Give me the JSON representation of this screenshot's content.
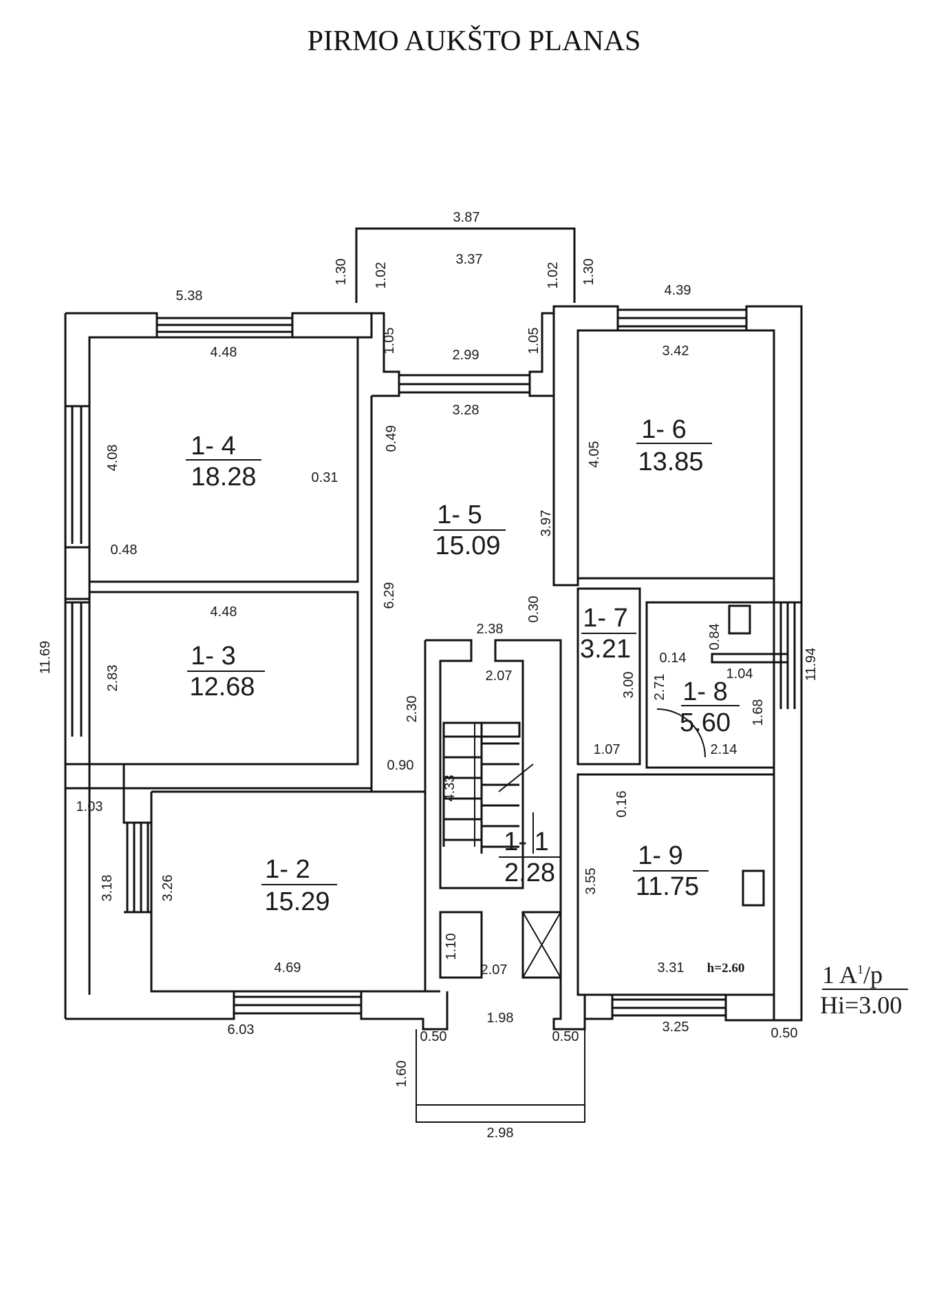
{
  "title": "PIRMO AUKŠTO PLANAS",
  "rooms": [
    {
      "id": "1- 4",
      "area": "18.28"
    },
    {
      "id": "1- 5",
      "area": "15.09"
    },
    {
      "id": "1- 6",
      "area": "13.85"
    },
    {
      "id": "1- 3",
      "area": "12.68"
    },
    {
      "id": "1- 7",
      "area": "3.21"
    },
    {
      "id": "1- 8",
      "area": "5.60"
    },
    {
      "id": "1- 1",
      "area": "2.28"
    },
    {
      "id": "1- 2",
      "area": "15.29"
    },
    {
      "id": "1- 9",
      "area": "11.75"
    }
  ],
  "dimensions": {
    "balcony_outer": "3.87",
    "balcony_inner": "3.37",
    "balcony_side_left_outer": "1.30",
    "balcony_side_left_inner": "1.02",
    "balcony_side_right_inner": "1.02",
    "balcony_side_right_outer": "1.30",
    "top_left": "5.38",
    "top_right": "4.39",
    "r14_width": "4.48",
    "r14_height": "4.08",
    "hall_window": "2.99",
    "hall_width": "3.28",
    "notch_left": "1.05",
    "notch_right": "1.05",
    "r16_width": "3.42",
    "r16_height": "4.05",
    "hall_049": "0.49",
    "wall_031": "0.31",
    "hall_397": "3.97",
    "wall_048": "0.48",
    "r13_width": "4.48",
    "r13_height": "2.83",
    "hall_629": "6.29",
    "hall_030": "0.30",
    "overall_height": "11.69",
    "stair_outer": "2.38",
    "stair_inner": "2.07",
    "r17_height": "3.00",
    "r18_height": "2.71",
    "wall_014": "0.14",
    "r18_width": "1.04",
    "r18_084": "0.84",
    "right_overall": "11.94",
    "r18_168": "1.68",
    "r18_214": "2.14",
    "r17_width": "1.07",
    "hall_230": "2.30",
    "hall_090": "0.90",
    "stair_433": "4.33",
    "wall_016": "0.16",
    "r12_103": "1.03",
    "r12_318": "3.18",
    "r12_326": "3.26",
    "r19_355": "3.55",
    "stair_110": "1.10",
    "r12_width": "4.69",
    "lower_stair": "2.07",
    "r19_width": "3.31",
    "r19_h": "h=2.60",
    "bottom_left": "6.03",
    "entry_width": "1.98",
    "bottom_right": "3.25",
    "entry_050_left": "0.50",
    "entry_050_right": "0.50",
    "right_050": "0.50",
    "porch_depth": "1.60",
    "porch_width": "2.98"
  },
  "legend": {
    "line1": "1 A",
    "sup": "1",
    "line1_suffix": "/p",
    "line2": "Hi=3.00"
  }
}
